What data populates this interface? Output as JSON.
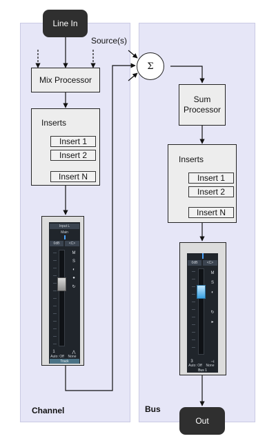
{
  "inputs": {
    "line_in": "Line In",
    "sources": "Source(s)"
  },
  "channel": {
    "label": "Channel",
    "mix_processor": "Mix Processor",
    "inserts_title": "Inserts",
    "inserts": [
      "Insert 1",
      "Insert 2",
      "Insert N"
    ],
    "strip": {
      "name": "Input L",
      "route": "Main",
      "gain": "0dB",
      "pan": "<C>",
      "mode": "Auto: Off",
      "group": "None",
      "kind": "Track",
      "channel_number": "1"
    }
  },
  "bus": {
    "label": "Bus",
    "sum_symbol": "Σ",
    "sum_processor": "Sum Processor",
    "inserts_title": "Inserts",
    "inserts": [
      "Insert 1",
      "Insert 2",
      "Insert N"
    ],
    "strip": {
      "gain": "0dB",
      "pan": "<C>",
      "mode": "Auto: Off",
      "group": "None",
      "name": "Bus 1",
      "channel_number": "3"
    }
  },
  "output": {
    "out": "Out"
  }
}
